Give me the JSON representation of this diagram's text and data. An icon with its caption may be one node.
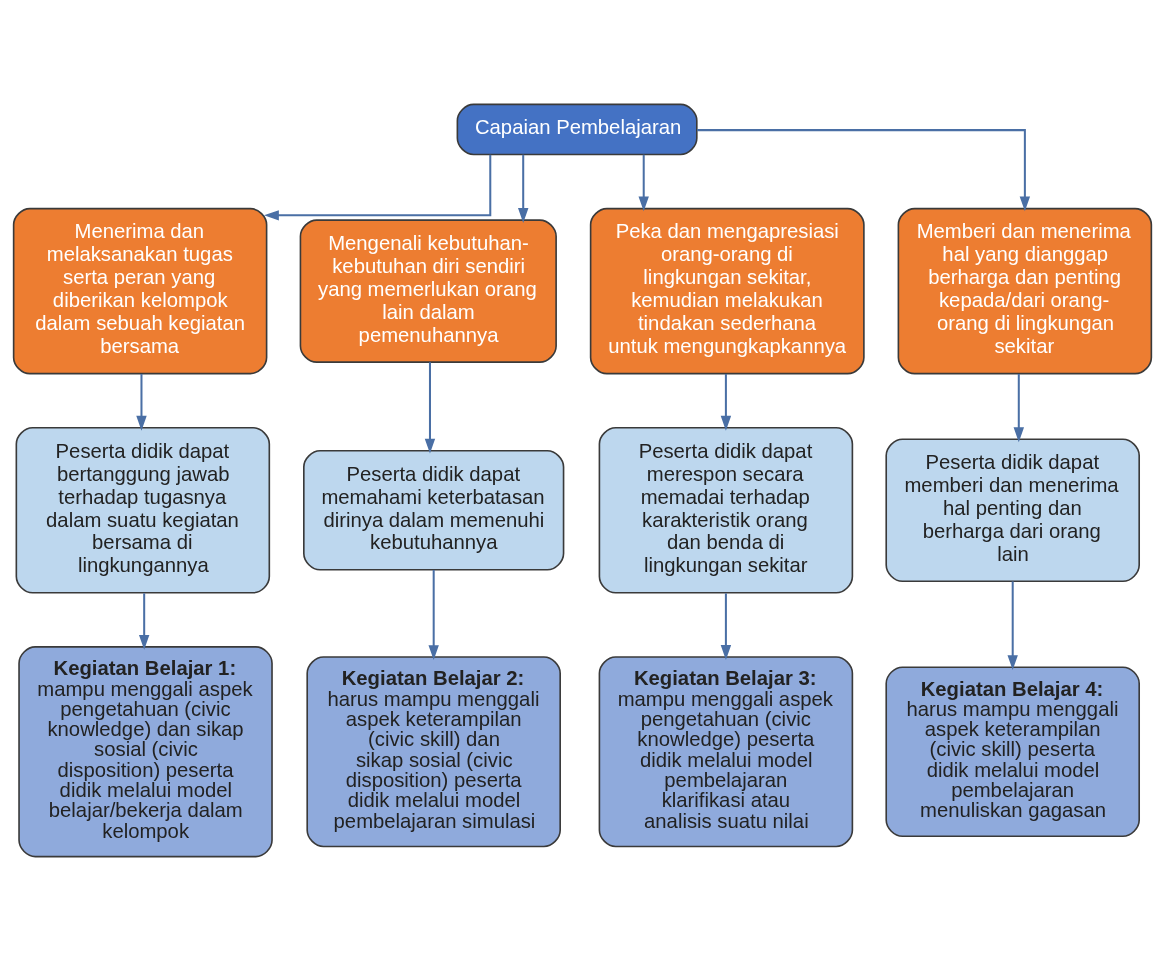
{
  "diagram": {
    "nodes": [
      {
        "text": [
          "Capaian Pembelajaran"
        ]
      },
      {
        "text": [
          "Menerima dan melaksanakan tugas serta peran yang diberikan kelompok dalam sebuah kegiatan bersama"
        ]
      },
      {
        "text": [
          "Mengenali kebutuhan-kebutuhan diri sendiri yang memerlukan orang lain dalam pemenuhannya"
        ]
      },
      {
        "text": [
          "Peka dan mengapresiasi orang-orang di lingkungan sekitar, kemudian melakukan tindakan sederhana untuk mengungkapkannya"
        ]
      },
      {
        "text": [
          "Memberi dan menerima hal yang dianggap berharga dan penting kepada/dari orang-orang di lingkungan sekitar"
        ]
      },
      {
        "text": [
          "Peserta didik dapat bertanggung jawab terhadap tugasnya dalam suatu kegiatan bersama di lingkungannya"
        ]
      },
      {
        "text": [
          "Peserta didik dapat memahami keterbatasan dirinya dalam memenuhi kebutuhannya"
        ]
      },
      {
        "text": [
          "Peserta didik dapat merespon secara memadai terhadap karakteristik orang dan benda di lingkungan sekitar"
        ]
      },
      {
        "text": [
          "Peserta didik dapat memberi dan menerima hal penting dan berharga dari orang lain"
        ]
      },
      {
        "text": [
          "Kegiatan Belajar 1:",
          "mampu menggali aspek pengetahuan (civic knowledge) dan sikap sosial (civic disposition) peserta didik melalui model belajar/bekerja dalam kelompok"
        ]
      },
      {
        "text": [
          "Kegiatan Belajar 2:",
          "harus mampu menggali aspek keterampilan (civic skill) dan sikap sosial (civic disposition) peserta didik melalui model pembelajaran simulasi"
        ]
      },
      {
        "text": [
          "Kegiatan Belajar 3:",
          "mampu menggali aspek pengetahuan (civic knowledge) peserta didik melalui model pembelajaran klarifikasi atau analisis suatu nilai"
        ]
      },
      {
        "text": [
          "Kegiatan Belajar 4:",
          "harus mampu menggali aspek keterampilan (civic skill) peserta didik melalui model pembelajaran menuliskan gagasan"
        ]
      }
    ],
    "edges": [
      {
        "from": 0,
        "to": 1,
        "arrow": "to"
      },
      {
        "from": 0,
        "to": 2,
        "arrow": "to"
      },
      {
        "from": 0,
        "to": 3,
        "arrow": "to"
      },
      {
        "from": 0,
        "to": 4,
        "arrow": "to"
      },
      {
        "from": 1,
        "to": 5,
        "arrow": "to"
      },
      {
        "from": 2,
        "to": 6,
        "arrow": "to"
      },
      {
        "from": 3,
        "to": 7,
        "arrow": "to"
      },
      {
        "from": 4,
        "to": 8,
        "arrow": "to"
      },
      {
        "from": 5,
        "to": 9,
        "arrow": "to"
      },
      {
        "from": 6,
        "to": 10,
        "arrow": "to"
      },
      {
        "from": 7,
        "to": 11,
        "arrow": "to"
      },
      {
        "from": 8,
        "to": 12,
        "arrow": "to"
      }
    ]
  }
}
